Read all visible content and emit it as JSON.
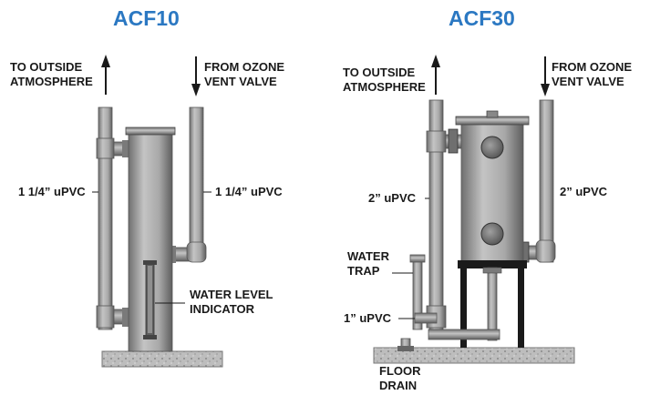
{
  "titles": {
    "left": "ACF10",
    "right": "ACF30"
  },
  "acf10": {
    "outlet": {
      "line1": "TO OUTSIDE",
      "line2": "ATMOSPHERE"
    },
    "inlet": {
      "line1": "FROM OZONE",
      "line2": "VENT VALVE"
    },
    "pipe_left": "1 1/4” uPVC",
    "pipe_right": "1 1/4” uPVC",
    "indicator": {
      "line1": "WATER LEVEL",
      "line2": "INDICATOR"
    }
  },
  "acf30": {
    "outlet": {
      "line1": "TO OUTSIDE",
      "line2": "ATMOSPHERE"
    },
    "inlet": {
      "line1": "FROM OZONE",
      "line2": "VENT VALVE"
    },
    "pipe_left": "2” uPVC",
    "pipe_right": "2” uPVC",
    "trap": {
      "line1": "WATER",
      "line2": "TRAP"
    },
    "drain_pipe": "1” uPVC",
    "drain": {
      "line1": "FLOOR",
      "line2": "DRAIN"
    }
  },
  "colors": {
    "title": "#2b78c2",
    "metal": "#9a9a9a",
    "frame": "#1a1a1a"
  }
}
